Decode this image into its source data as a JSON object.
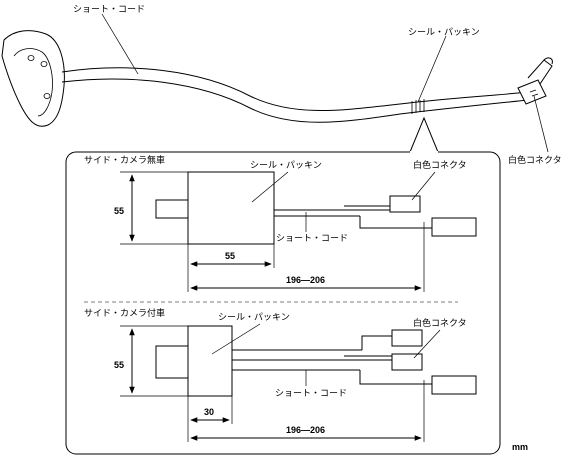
{
  "top": {
    "cord_label": "ショート・コード",
    "packing_label": "シール・パッキン",
    "connector_label": "白色コネクタ"
  },
  "without_camera": {
    "title": "サイド・カメラ無車",
    "packing_label": "シール・パッキン",
    "connector_label": "白色コネクタ",
    "cord_label": "ショート・コード",
    "dim_height": "55",
    "dim_width": "55",
    "dim_length": "196—206"
  },
  "with_camera": {
    "title": "サイド・カメラ付車",
    "packing_label": "シール・パッキン",
    "connector_label": "白色コネクタ",
    "cord_label": "ショート・コード",
    "dim_height": "55",
    "dim_width": "30",
    "dim_length": "196—206"
  },
  "unit": "mm"
}
